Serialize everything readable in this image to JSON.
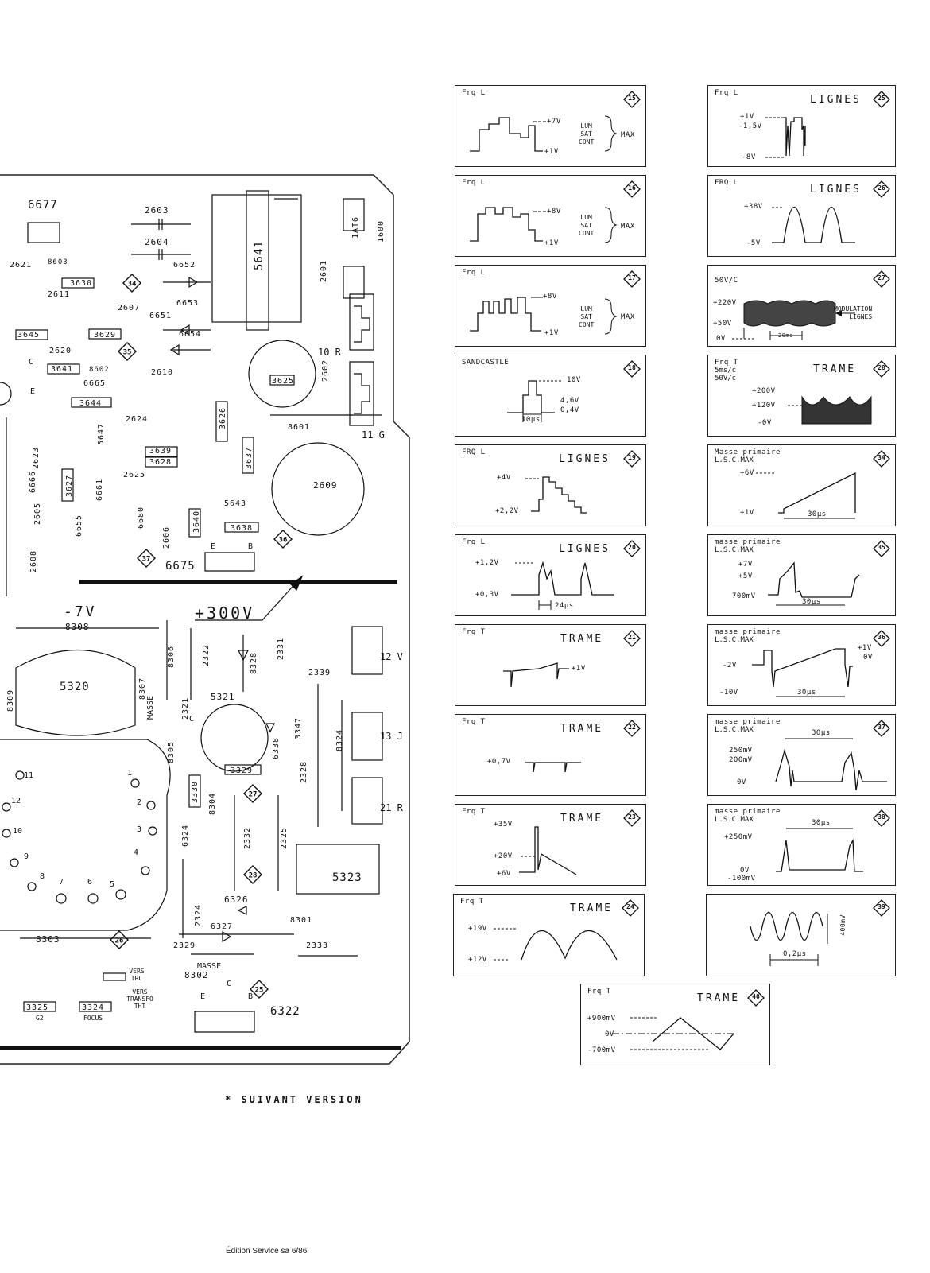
{
  "schematic": {
    "components": [
      "6677",
      "2603",
      "2604",
      "8603",
      "2621",
      "3630",
      "2611",
      "6652",
      "2607",
      "6653",
      "6651",
      "3645",
      "3629",
      "6654",
      "2620",
      "3641",
      "8602",
      "2610",
      "6665",
      "3644",
      "2624",
      "3639",
      "3628",
      "2625",
      "2623",
      "5647",
      "6666",
      "3627",
      "6661",
      "6680",
      "2605",
      "6655",
      "2606",
      "3640",
      "5643",
      "3638",
      "2608",
      "6675",
      "5641",
      "2601",
      "1AT6",
      "1600",
      "3625",
      "2602",
      "3626",
      "3637",
      "8601",
      "2609",
      "8308",
      "8306",
      "2322",
      "8328",
      "2331",
      "2339",
      "8309",
      "5320",
      "8307",
      "2321",
      "5321",
      "6338",
      "3347",
      "8324",
      "3329",
      "2328",
      "8305",
      "3330",
      "8304",
      "6324",
      "2332",
      "2325",
      "5323",
      "6326",
      "2324",
      "8301",
      "8303",
      "6327",
      "2329",
      "2333",
      "8302",
      "3325",
      "3324",
      "6322"
    ],
    "labels": {
      "ten_r": "10 R",
      "eleven_g": "11 G",
      "twelve_v": "12 V",
      "thirteen_j": "13 J",
      "twentyone_r": "21 R",
      "minus7v": "-7V",
      "plus300v": "+300V",
      "masse1": "MASSE",
      "masse2": "MASSE",
      "vers_trc": "VERS\nTRC",
      "vers_transfo": "VERS\nTRANSFO\nTHT",
      "g2": "G2",
      "focus": "FOCUS",
      "e1": "E",
      "b1": "B",
      "e2": "E",
      "b2": "B",
      "c1": "C",
      "c2": "C",
      "e3": "E",
      "c3": "C"
    },
    "markers": [
      "34",
      "35",
      "36",
      "37",
      "27",
      "28",
      "26",
      "25"
    ],
    "socket_pins": [
      "1",
      "2",
      "3",
      "4",
      "5",
      "6",
      "7",
      "8",
      "9",
      "10",
      "11",
      "12"
    ]
  },
  "footnote": "* SUIVANT VERSION",
  "edition": "Édition Service sa 6/86",
  "panels": [
    {
      "id": "15",
      "title": "Frq L",
      "levels": [
        "+7V",
        "+1V"
      ],
      "legend": [
        "LUM",
        "SAT",
        "CONT"
      ],
      "legend_right": "MAX"
    },
    {
      "id": "16",
      "title": "Frq L",
      "levels": [
        "+8V",
        "+1V"
      ],
      "legend": [
        "LUM",
        "SAT",
        "CONT"
      ],
      "legend_right": "MAX"
    },
    {
      "id": "17",
      "title": "Frq L",
      "levels": [
        "+8V",
        "+1V"
      ],
      "legend": [
        "LUM",
        "SAT",
        "CONT"
      ],
      "legend_right": "MAX"
    },
    {
      "id": "18",
      "title": "SANDCASTLE",
      "levels": [
        "10V",
        "4,6V",
        "0,4V"
      ],
      "time": "10μs"
    },
    {
      "id": "19",
      "title": "FRQ L",
      "name": "LIGNES",
      "levels": [
        "+4V",
        "+2,2V"
      ]
    },
    {
      "id": "20",
      "title": "Frq L",
      "name": "LIGNES",
      "levels": [
        "+1,2V",
        "+0,3V"
      ],
      "time": "24μs"
    },
    {
      "id": "21",
      "title": "Frq T",
      "name": "TRAME",
      "levels": [
        "+1V"
      ]
    },
    {
      "id": "22",
      "title": "Frq T",
      "name": "TRAME",
      "levels": [
        "+0,7V"
      ]
    },
    {
      "id": "23",
      "title": "Frq T",
      "name": "TRAME",
      "levels": [
        "+35V",
        "+20V",
        "+6V"
      ]
    },
    {
      "id": "24",
      "title": "Frq T",
      "name": "TRAME",
      "levels": [
        "+19V",
        "+12V"
      ]
    },
    {
      "id": "25",
      "title": "Frq L",
      "name": "LIGNES",
      "levels": [
        "+1V",
        "-1,5V",
        "-8V"
      ]
    },
    {
      "id": "26",
      "title": "FRQ L",
      "name": "LIGNES",
      "levels": [
        "+38V",
        "-5V"
      ]
    },
    {
      "id": "27",
      "title": "50V/C",
      "levels": [
        "+220V",
        "+50V",
        "0V"
      ],
      "time": "20ms",
      "legend": [
        "MODULATION",
        "LIGNES"
      ]
    },
    {
      "id": "28",
      "title": "Frq T",
      "title2": "5ms/c\n50V/c",
      "name": "TRAME",
      "levels": [
        "+200V",
        "+120V",
        "-0V"
      ]
    },
    {
      "id": "34",
      "title": "Masse primaire",
      "title2": "L.S.C.MAX",
      "levels": [
        "+6V",
        "+1V"
      ],
      "time": "30μs"
    },
    {
      "id": "35",
      "title": "masse primaire",
      "title2": "L.S.C.MAX",
      "levels": [
        "+7V",
        "+5V",
        "700mV"
      ],
      "time": "30μs"
    },
    {
      "id": "36",
      "title": "masse primaire",
      "title2": "L.S.C.MAX",
      "levels": [
        "+1V",
        "0V",
        "-2V",
        "-10V"
      ],
      "time": "30μs"
    },
    {
      "id": "37",
      "title": "masse primaire",
      "title2": "L.S.C.MAX",
      "levels": [
        "250mV",
        "200mV",
        "0V"
      ],
      "time": "30μs"
    },
    {
      "id": "38",
      "title": "masse primaire",
      "title2": "L.S.C.MAX",
      "levels": [
        "+250mV",
        "0V",
        "-100mV"
      ],
      "time": "30μs"
    },
    {
      "id": "39",
      "levels": [
        "400mV"
      ],
      "time": "0,2μs"
    },
    {
      "id": "40",
      "title": "Frq T",
      "name": "TRAME",
      "levels": [
        "+900mV",
        "0V",
        "-700mV"
      ]
    }
  ]
}
